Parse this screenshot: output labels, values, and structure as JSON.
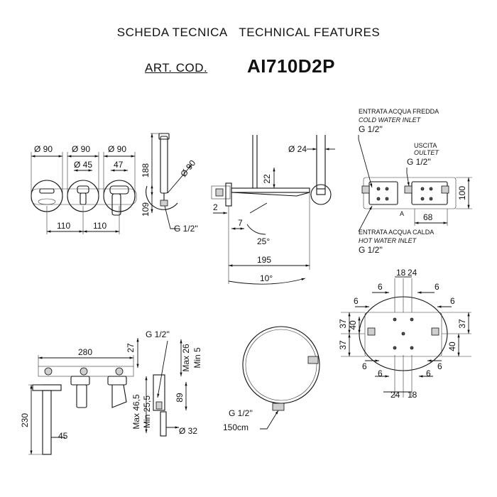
{
  "header": {
    "title_it": "SCHEDA TECNICA",
    "title_en": "TECHNICAL FEATURES",
    "art_label": "ART. COD.",
    "art_code": "AI710D2P"
  },
  "front_view": {
    "dia_1": "Ø 90",
    "dia_2": "Ø 90",
    "dia_3": "Ø 90",
    "dia_inner": "Ø 45",
    "dim_47": "47",
    "spacing_1": "110",
    "spacing_2": "110"
  },
  "hand_shower": {
    "height": "188",
    "base": "109",
    "dia": "Ø 90",
    "thread": "G 1/2''"
  },
  "side_view": {
    "dia": "Ø 24",
    "h22": "22",
    "d2": "2",
    "d7": "7",
    "angle": "25°",
    "len195": "195",
    "tilt": "10°"
  },
  "inlets": {
    "cold_it": "ENTRATA ACQUA FREDDA",
    "cold_en": "COLD WATER INLET",
    "cold_thread": "G 1/2''",
    "out_it": "USCITA",
    "out_en": "OULTET",
    "out_thread": "G 1/2''",
    "hot_it": "ENTRATA ACQUA CALDA",
    "hot_en": "HOT WATER INLET",
    "hot_thread": "G 1/2''",
    "h100": "100",
    "w68": "68",
    "mark_a": "A"
  },
  "top_plate": {
    "top_18": "18",
    "top_24": "24",
    "top_6a": "6",
    "top_6b": "6",
    "top_6c": "6",
    "top_6d": "6",
    "left_37": "37",
    "left_40": "40",
    "left_37b": "37",
    "right_37": "37",
    "right_40": "40",
    "bot_6a": "6",
    "bot_6b": "6",
    "bot_6c": "6",
    "bot_6d": "6",
    "bot_24": "24",
    "bot_18": "18"
  },
  "bottom_left": {
    "w280": "280",
    "d27": "27",
    "h230": "230",
    "d45": "45",
    "thread": "G 1/2''",
    "max26": "Max 26",
    "min5": "Min 5",
    "max465": "Max 46,5",
    "min255": "Min 25,5",
    "h89": "89",
    "dia32": "Ø 32"
  },
  "hose": {
    "thread": "G 1/2''",
    "length": "150cm"
  }
}
